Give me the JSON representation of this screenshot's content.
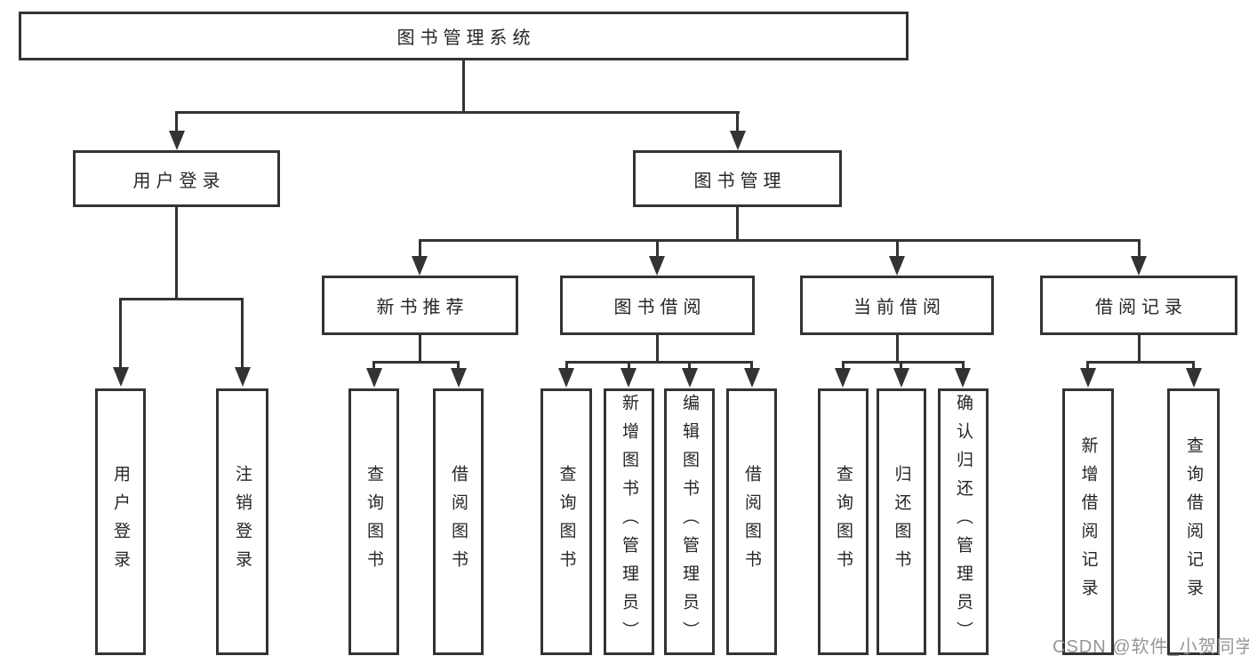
{
  "nodes": {
    "root": "图书管理系统",
    "level2": [
      "用户登录",
      "图书管理"
    ],
    "level3": [
      "新书推荐",
      "图书借阅",
      "当前借阅",
      "借阅记录"
    ],
    "leaves": {
      "user_login": [
        "用户登录",
        "注销登录"
      ],
      "new_book_recommend": [
        "查询图书",
        "借阅图书"
      ],
      "book_borrow": [
        "查询图书",
        "新增图书（管理员）",
        "编辑图书（管理员）",
        "借阅图书"
      ],
      "current_borrow": [
        "查询图书",
        "归还图书",
        "确认归还（管理员）"
      ],
      "borrow_record": [
        "新增借阅记录",
        "查询借阅记录"
      ]
    }
  },
  "watermark": "CSDN @软件_小贺同学",
  "colors": {
    "line": "#333333",
    "text": "#262626",
    "watermark": "#969696",
    "background": "#ffffff"
  }
}
